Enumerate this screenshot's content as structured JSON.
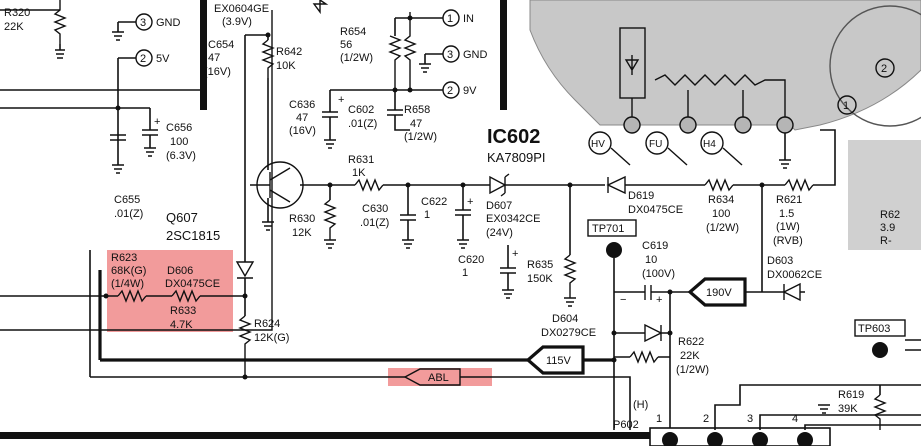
{
  "labels": {
    "r320": "R320",
    "r320_val": "22K",
    "gnd_pin": "3",
    "gnd": "GND",
    "v5_pin": "2",
    "v5": "5V",
    "ex0604": "EX0604GE",
    "ex0604_v": "(3.9V)",
    "c654": "C654",
    "c654_v1": "47",
    "c654_v2": "(16V)",
    "r642": "R642",
    "r642_v": "10K",
    "r654": "R654",
    "r654_v1": "56",
    "r654_v2": "(1/2W)",
    "in_pin": "1",
    "in": "IN",
    "gnd2_pin": "3",
    "gnd2": "GND",
    "v9_pin": "2",
    "v9": "9V",
    "c636": "C636",
    "c636_v1": "47",
    "c636_v2": "(16V)",
    "c602": "C602",
    "c602_v": ".01(Z)",
    "r658": "R658",
    "r658_v1": "47",
    "r658_v2": "(1/2W)",
    "c656": "C656",
    "c656_v1": "100",
    "c656_v2": "(6.3V)",
    "ic602": "IC602",
    "ka7809": "KA7809PI",
    "hv": "HV",
    "fu": "FU",
    "h4": "H4",
    "r631": "R631",
    "r631_v": "1K",
    "c655": "C655",
    "c655_v": ".01(Z)",
    "q607": "Q607",
    "q607_t": "2SC1815",
    "r630": "R630",
    "r630_v": "12K",
    "c630": "C630",
    "c630_v": ".01(Z)",
    "c622": "C622",
    "c622_v": "1",
    "d607": "D607",
    "d607_v1": "EX0342CE",
    "d607_v2": "(24V)",
    "d619": "D619",
    "d619_v": "DX0475CE",
    "r634": "R634",
    "r634_v1": "100",
    "r634_v2": "(1/2W)",
    "r621": "R621",
    "r621_v1": "1.5",
    "r621_v2": "(1W)",
    "r621_v3": "(RVB)",
    "r62x": "R62",
    "r62x_v1": "3.9",
    "r62x_v2": "R-",
    "r623": "R623",
    "r623_v1": "68K(G)",
    "r623_v2": "(1/4W)",
    "d606": "D606",
    "d606_v": "DX0475CE",
    "r633": "R633",
    "r633_v": "4.7K",
    "c620": "C620",
    "c620_v": "1",
    "r635": "R635",
    "r635_v": "150K",
    "tp701": "TP701",
    "c619": "C619",
    "c619_v1": "10",
    "c619_v2": "(100V)",
    "v190": "190V",
    "d603": "D603",
    "d603_v": "DX0062CE",
    "r624": "R624",
    "r624_v": "12K(G)",
    "d604": "D604",
    "d604_v": "DX0279CE",
    "r622": "R622",
    "r622_v1": "22K",
    "r622_v2": "(1/2W)",
    "v115": "115V",
    "tp603": "TP603",
    "abl": "ABL",
    "r619": "R619",
    "r619_v": "39K",
    "h": "(H)",
    "p602": "P602",
    "p1": "1",
    "p2": "2",
    "p3": "3",
    "p4": "4",
    "pin2": "2",
    "pin1": "1"
  }
}
